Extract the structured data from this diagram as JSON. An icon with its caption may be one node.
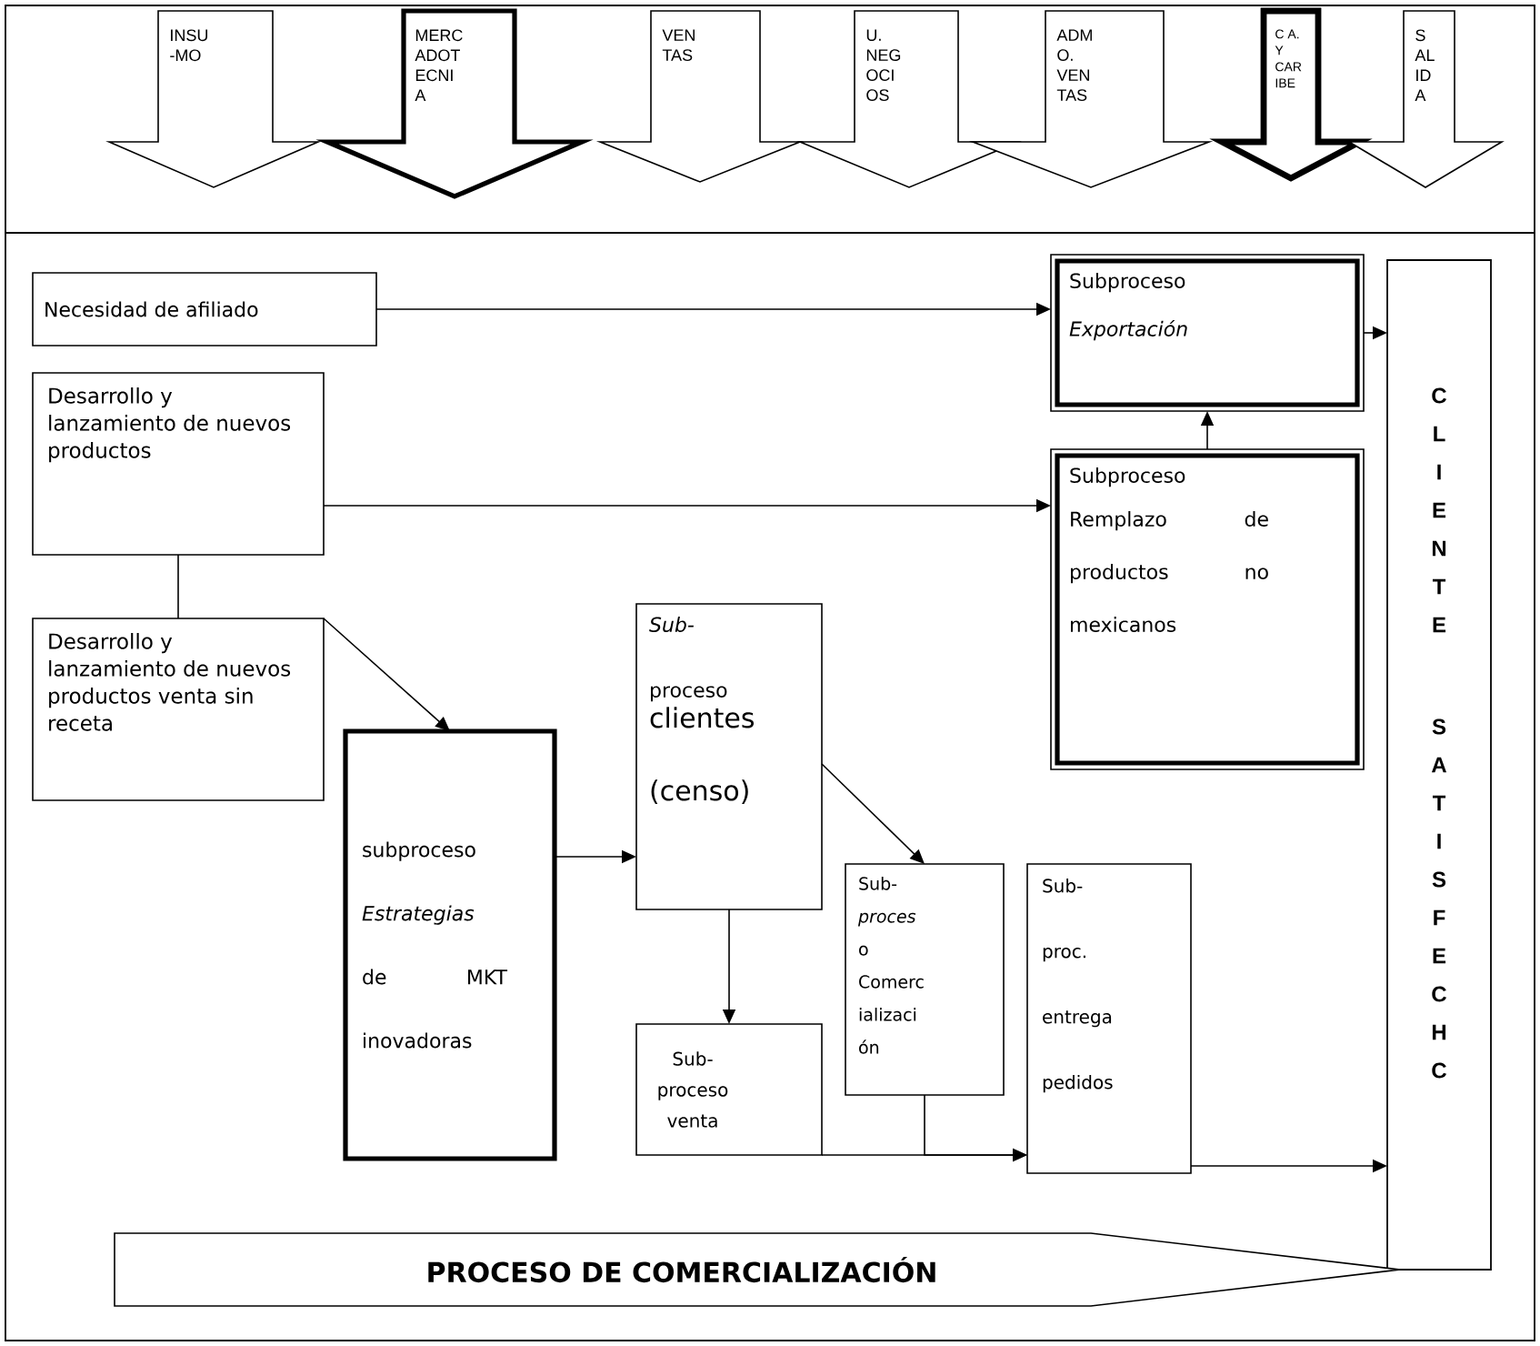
{
  "diagram": {
    "nodes": [
      {
        "text": [
          "INSU -MO"
        ]
      },
      {
        "text": [
          "MERC ADOT ECNI A"
        ]
      },
      {
        "text": [
          "VEN TAS"
        ]
      },
      {
        "text": [
          "U. NEG OCI OS"
        ]
      },
      {
        "text": [
          "ADM O. VEN TAS"
        ]
      },
      {
        "text": [
          "C A. Y CAR IBE"
        ]
      },
      {
        "text": [
          "S AL ID A"
        ]
      },
      {
        "text": [
          "Necesidad de afiliado"
        ]
      },
      {
        "text": [
          "Desarrollo y lanzamiento de nuevos productos"
        ]
      },
      {
        "text": [
          "Desarrollo y lanzamiento de nuevos productos venta sin receta"
        ]
      },
      {
        "text": [
          "Subproceso",
          "Exportación"
        ]
      },
      {
        "text": [
          "Subproceso",
          "Remplazo de productos no mexicanos"
        ]
      },
      {
        "text": [
          "CLIENTE SATISFECHC"
        ]
      },
      {
        "text": [
          "subproceso *Estrategias* de MKT inovadoras"
        ]
      },
      {
        "text": [
          "*Sub-* proceso",
          "clientes (censo)"
        ]
      },
      {
        "text": [
          "Sub- proceso venta"
        ]
      },
      {
        "text": [
          "Sub- *proces* o Comerc ializaci ón"
        ]
      },
      {
        "text": [
          "Sub- proc. entrega pedidos"
        ]
      },
      {
        "text": [
          "PROCESO DE COMERCIALIZACIÓN"
        ]
      }
    ],
    "edges": [
      {
        "from": 7,
        "to": 10,
        "arrow": "to"
      },
      {
        "from": 8,
        "to": 11,
        "arrow": "to"
      },
      {
        "from": 8,
        "to": 9,
        "arrow": "none"
      },
      {
        "from": 9,
        "to": 13,
        "arrow": "to"
      },
      {
        "from": 11,
        "to": 10,
        "arrow": "to"
      },
      {
        "from": 10,
        "to": 12,
        "arrow": "to"
      },
      {
        "from": 13,
        "to": 14,
        "arrow": "to"
      },
      {
        "from": 14,
        "to": 16,
        "arrow": "to"
      },
      {
        "from": 14,
        "to": 15,
        "arrow": "to"
      },
      {
        "from": 15,
        "to": 17,
        "arrow": "to"
      },
      {
        "from": 16,
        "to": 17,
        "arrow": "to"
      },
      {
        "from": 17,
        "to": 12,
        "arrow": "to"
      }
    ]
  }
}
